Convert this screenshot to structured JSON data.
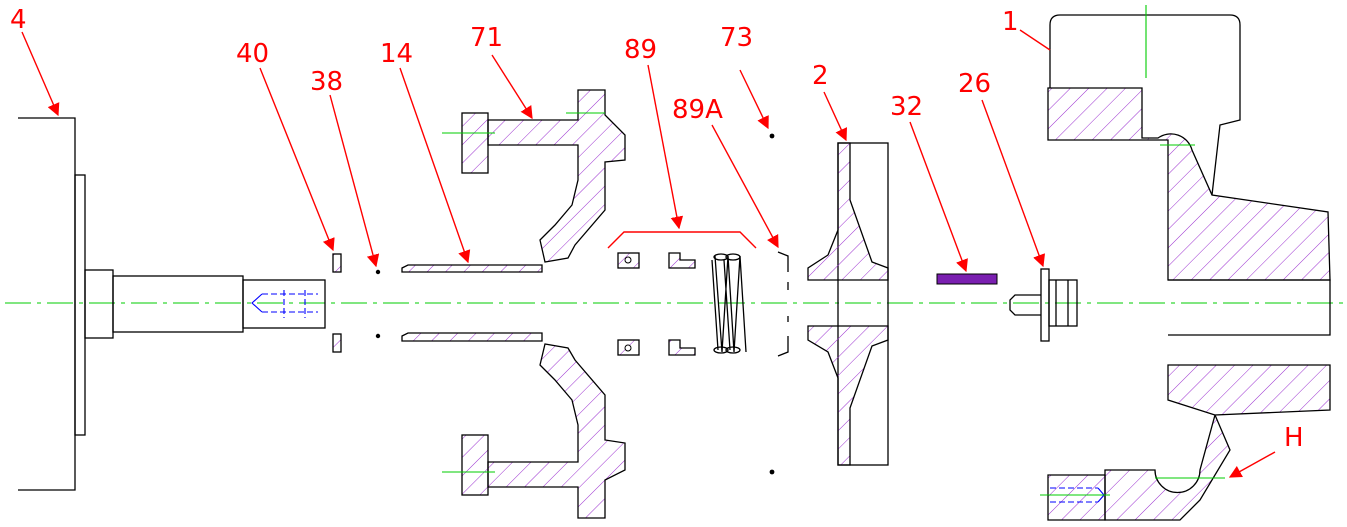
{
  "diagram": {
    "callouts": [
      {
        "id": "4",
        "text": "4"
      },
      {
        "id": "40",
        "text": "40"
      },
      {
        "id": "38",
        "text": "38"
      },
      {
        "id": "14",
        "text": "14"
      },
      {
        "id": "71",
        "text": "71"
      },
      {
        "id": "89",
        "text": "89"
      },
      {
        "id": "73",
        "text": "73"
      },
      {
        "id": "89A",
        "text": "89A"
      },
      {
        "id": "2",
        "text": "2"
      },
      {
        "id": "32",
        "text": "32"
      },
      {
        "id": "26",
        "text": "26"
      },
      {
        "id": "1",
        "text": "1"
      },
      {
        "id": "H",
        "text": "H"
      }
    ],
    "colors": {
      "callout": "#ff0000",
      "outline": "#000000",
      "centerline": "#00cc00",
      "hatch": "#9b30d0",
      "hidden": "#0000ff"
    }
  }
}
